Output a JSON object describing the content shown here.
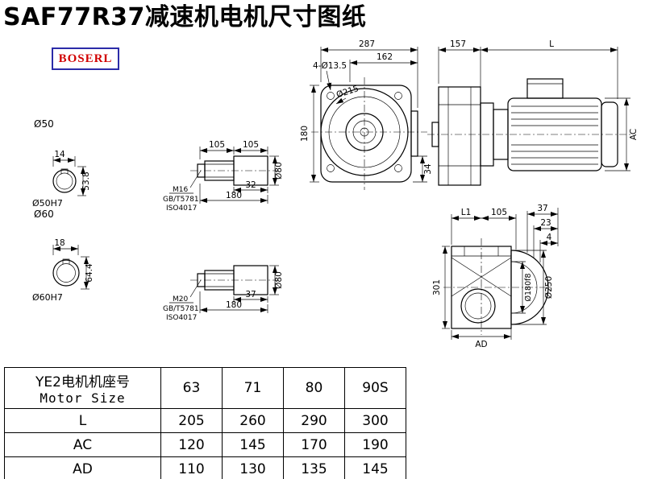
{
  "title": "SAF77R37减速机电机尺寸图纸",
  "logo": "BOSERL",
  "views": {
    "shaft_a": {
      "dia": "Ø50",
      "width": "14",
      "height": "53.8",
      "bore": "Ø50H7"
    },
    "shaft_b": {
      "dia": "Ø60",
      "width": "18",
      "height": "64.4",
      "bore": "Ø60H7"
    },
    "section_a": {
      "top_left": "105",
      "top_right": "105",
      "len": "32",
      "total": "180",
      "dia": "Ø80",
      "bolt": "M16",
      "std1": "GB/T5781",
      "std2": "ISO4017"
    },
    "section_b": {
      "len": "37",
      "total": "180",
      "dia": "Ø80",
      "bolt": "M20",
      "std1": "GB/T5781",
      "std2": "ISO4017"
    },
    "front": {
      "width": "287",
      "width2": "162",
      "holes": "4-Ø13.5",
      "dia": "Ø215",
      "height": "180",
      "foot": "34"
    },
    "side": {
      "len1": "157",
      "len2": "L",
      "dia": "AC"
    },
    "flange": {
      "l1": "L1",
      "w105": "105",
      "d37": "37",
      "d23": "23",
      "d4": "4",
      "height": "301",
      "spigot": "Ø180f8",
      "dia": "Ø250",
      "ad": "AD"
    }
  },
  "table": {
    "header_cn": "YE2电机机座号",
    "header_en": "Motor Size",
    "sizes": [
      "63",
      "71",
      "80",
      "90S"
    ],
    "rows": [
      {
        "label": "L",
        "values": [
          "205",
          "260",
          "290",
          "300"
        ]
      },
      {
        "label": "AC",
        "values": [
          "120",
          "145",
          "170",
          "190"
        ]
      },
      {
        "label": "AD",
        "values": [
          "110",
          "130",
          "135",
          "145"
        ]
      }
    ]
  }
}
